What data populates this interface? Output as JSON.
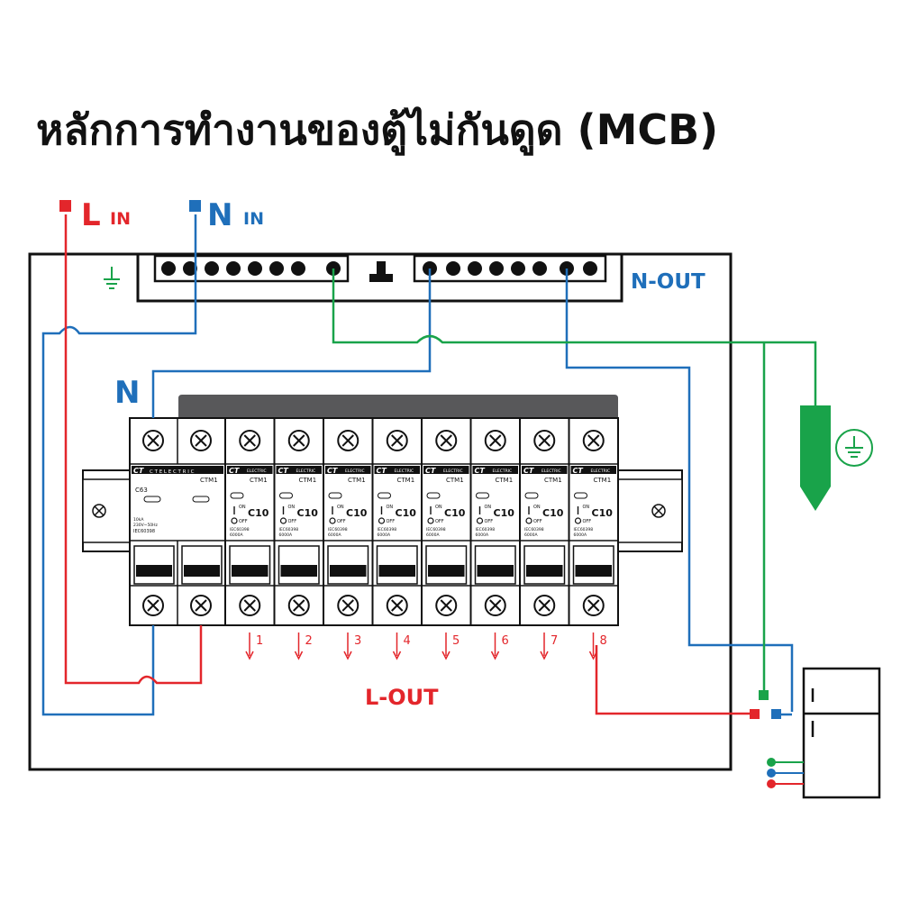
{
  "title": "หลักการทำงานของตู้ไม่กันดูด (MCB)",
  "labels": {
    "l_in_main": "L",
    "l_in_sub": "IN",
    "n_in_main": "N",
    "n_in_sub": "IN",
    "n_out": "N-OUT",
    "n_label": "N",
    "l_out": "L-OUT"
  },
  "main_breaker": {
    "brand": "CT",
    "brand_text": "C T  E L E C T R I C",
    "model": "CTM1",
    "rating": "C63",
    "spec1": "10kA",
    "spec2": "230V~50Hz",
    "standard": "IEC60398"
  },
  "sub_breaker": {
    "brand": "CT",
    "brand_text": "ELECTRIC",
    "model": "CTM1",
    "rating": "C10",
    "on": "ON",
    "off": "OFF",
    "standard": "IEC60398",
    "capacity": "6000A"
  },
  "circuits": [
    "1",
    "2",
    "3",
    "4",
    "5",
    "6",
    "7",
    "8"
  ],
  "colors": {
    "line": "#e3262b",
    "neutral": "#1f6fba",
    "ground": "#19a34a"
  },
  "icons": [
    "ground-icon",
    "ground-rod-icon",
    "refrigerator-icon",
    "screw-icon"
  ]
}
